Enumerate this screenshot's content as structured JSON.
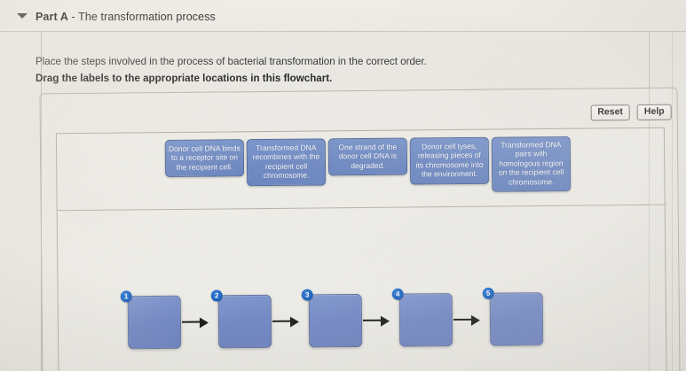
{
  "header": {
    "collapse_icon": "triangle-down-icon",
    "part_label": "Part A",
    "separator": " - ",
    "part_title": "The transformation process"
  },
  "instructions": {
    "prompt": "Place the steps involved in the process of bacterial transformation in the correct order.",
    "drag_instruction": "Drag the labels to the appropriate locations in this flowchart."
  },
  "toolbar": {
    "reset_label": "Reset",
    "help_label": "Help"
  },
  "label_bank": {
    "labels": [
      {
        "id": "label-1",
        "text": "Donor cell DNA binds to a receptor site on the recipient cell."
      },
      {
        "id": "label-2",
        "text": "Transformed DNA recombines with the recipient cell chromosome."
      },
      {
        "id": "label-3",
        "text": "One strand of the donor cell DNA is degraded."
      },
      {
        "id": "label-4",
        "text": "Donor cell lyses, releasing pieces of its chromosome into the environment."
      },
      {
        "id": "label-5",
        "text": "Transformed DNA pairs with homologous region on the recipient cell chromosome."
      }
    ]
  },
  "flowchart": {
    "slots": [
      {
        "number": "1",
        "content": ""
      },
      {
        "number": "2",
        "content": ""
      },
      {
        "number": "3",
        "content": ""
      },
      {
        "number": "4",
        "content": ""
      },
      {
        "number": "5",
        "content": ""
      }
    ],
    "connector_icon": "arrow-right-icon",
    "connector_count": 4
  },
  "colors": {
    "page_background": "#eceae4",
    "drag_label_fill": "#6b87c3",
    "drag_label_border": "#4a6397",
    "drop_slot_fill": "#6e86c6",
    "slot_badge_fill": "#0f5ec0",
    "panel_border": "#b6b3ab",
    "text_primary": "#1d1d1d"
  }
}
